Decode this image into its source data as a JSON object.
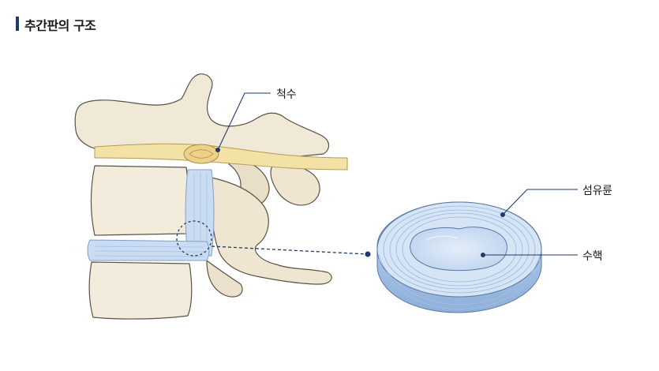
{
  "title": "추간판의 구조",
  "labels": {
    "spinal_cord": "척수",
    "annulus": "섬유륜",
    "nucleus": "수핵"
  },
  "colors": {
    "bone": "#f1e9d8",
    "bone_stroke": "#5b5345",
    "cord": "#f3e2a6",
    "disc": "#c9dcf1",
    "disc_dark": "#9ab7dd",
    "leader": "#1f3a6b"
  }
}
